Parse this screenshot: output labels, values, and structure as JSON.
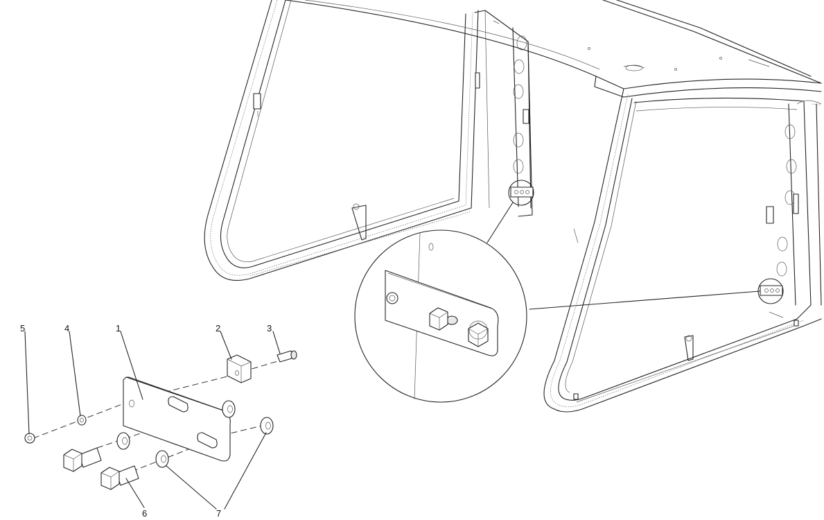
{
  "callouts": [
    {
      "id": "callout-5",
      "text": "5"
    },
    {
      "id": "callout-4",
      "text": "4"
    },
    {
      "id": "callout-1",
      "text": "1"
    },
    {
      "id": "callout-2",
      "text": "2"
    },
    {
      "id": "callout-3",
      "text": "3"
    },
    {
      "id": "callout-6",
      "text": "6"
    },
    {
      "id": "callout-7",
      "text": "7"
    }
  ],
  "colors": {
    "line": "#222222",
    "background": "#ffffff"
  }
}
